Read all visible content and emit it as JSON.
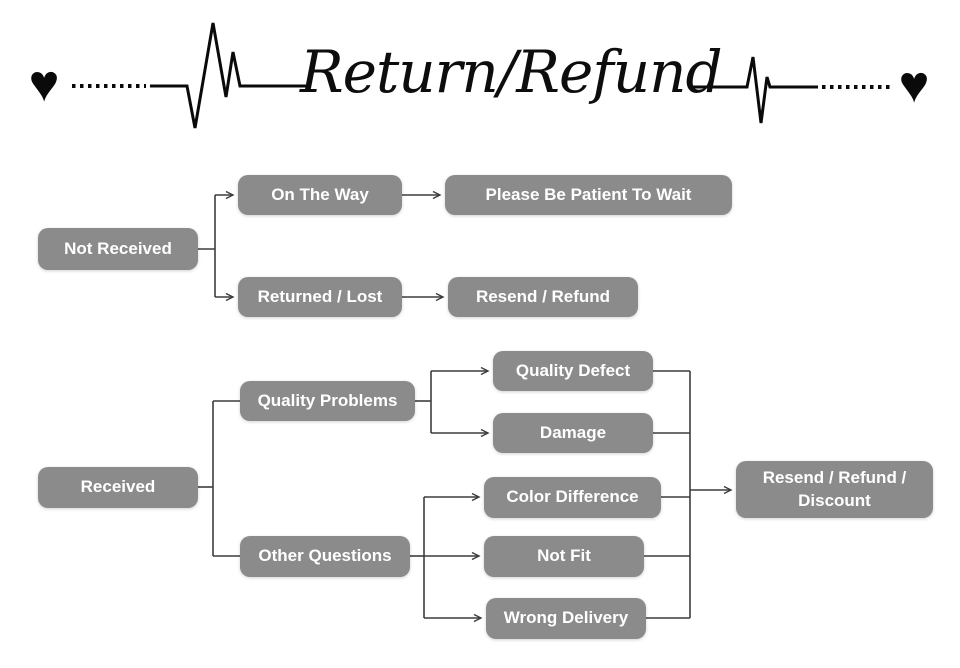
{
  "header": {
    "title": "Return/Refund",
    "left_heart": "♥",
    "right_heart": "♥"
  },
  "flowchart": {
    "nodes": {
      "not_received": "Not Received",
      "on_the_way": "On The Way",
      "please_wait": "Please Be Patient To Wait",
      "returned_lost": "Returned / Lost",
      "resend_refund": "Resend / Refund",
      "received": "Received",
      "quality_problems": "Quality Problems",
      "quality_defect": "Quality Defect",
      "damage": "Damage",
      "other_questions": "Other Questions",
      "color_difference": "Color Difference",
      "not_fit": "Not Fit",
      "wrong_delivery": "Wrong Delivery",
      "resend_refund_discount": "Resend / Refund / Discount"
    },
    "edges": [
      {
        "from": "not_received",
        "to": "on_the_way",
        "arrow": true
      },
      {
        "from": "not_received",
        "to": "returned_lost",
        "arrow": true
      },
      {
        "from": "on_the_way",
        "to": "please_wait",
        "arrow": true
      },
      {
        "from": "returned_lost",
        "to": "resend_refund",
        "arrow": true
      },
      {
        "from": "received",
        "to": "quality_problems",
        "arrow": false
      },
      {
        "from": "received",
        "to": "other_questions",
        "arrow": false
      },
      {
        "from": "quality_problems",
        "to": "quality_defect",
        "arrow": true
      },
      {
        "from": "quality_problems",
        "to": "damage",
        "arrow": true
      },
      {
        "from": "other_questions",
        "to": "color_difference",
        "arrow": true
      },
      {
        "from": "other_questions",
        "to": "not_fit",
        "arrow": true
      },
      {
        "from": "other_questions",
        "to": "wrong_delivery",
        "arrow": true
      },
      {
        "from": "quality_defect",
        "to": "resend_refund_discount",
        "arrow": true
      },
      {
        "from": "damage",
        "to": "resend_refund_discount",
        "arrow": true
      },
      {
        "from": "color_difference",
        "to": "resend_refund_discount",
        "arrow": true
      },
      {
        "from": "not_fit",
        "to": "resend_refund_discount",
        "arrow": true
      },
      {
        "from": "wrong_delivery",
        "to": "resend_refund_discount",
        "arrow": true
      }
    ],
    "colors": {
      "node_bg": "#8b8b8b",
      "node_text": "#ffffff",
      "connector": "#3d3d3d",
      "header_line": "#0a0a0a"
    }
  }
}
